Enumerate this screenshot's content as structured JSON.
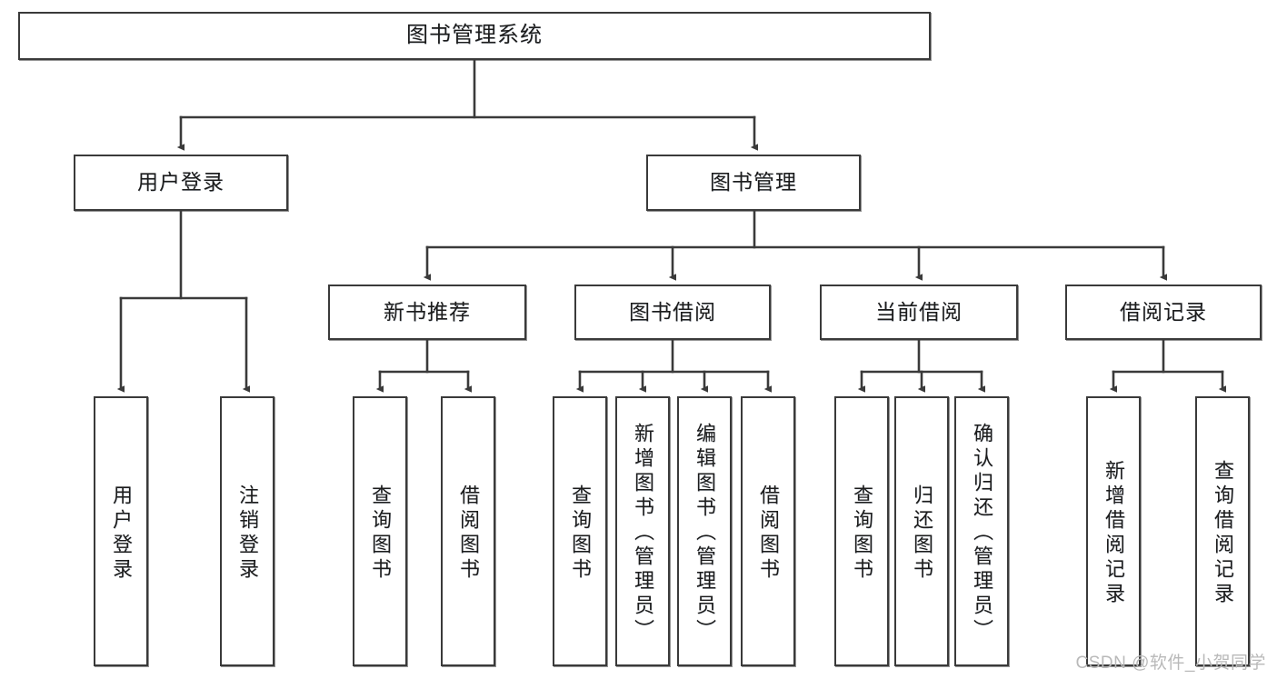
{
  "diagram": {
    "title": "图书管理系统",
    "type": "tree-hierarchy",
    "watermark": "CSDN @软件_小贺同学",
    "colors": {
      "box_border": "#3a3a3a",
      "box_fill": "#ffffff",
      "connector": "#3a3a3a",
      "text": "#1c1c1c",
      "watermark": "#b9b9b9"
    },
    "root": {
      "id": "root",
      "label": "图书管理系统"
    },
    "level2": [
      {
        "id": "user-login",
        "label": "用户登录"
      },
      {
        "id": "book-manage",
        "label": "图书管理"
      }
    ],
    "level3": [
      {
        "id": "new-book-rec",
        "label": "新书推荐"
      },
      {
        "id": "book-borrow",
        "label": "图书借阅"
      },
      {
        "id": "current-borrow",
        "label": "当前借阅"
      },
      {
        "id": "borrow-record",
        "label": "借阅记录"
      }
    ],
    "leaves": {
      "user_login": [
        {
          "id": "leaf-user-login",
          "label": "用户登录"
        },
        {
          "id": "leaf-logout-login",
          "label": "注销登录"
        }
      ],
      "new_book_rec": [
        {
          "id": "leaf-query-book-1",
          "label": "查询图书"
        },
        {
          "id": "leaf-borrow-book-1",
          "label": "借阅图书"
        }
      ],
      "book_borrow": [
        {
          "id": "leaf-query-book-2",
          "label": "查询图书"
        },
        {
          "id": "leaf-add-book",
          "label": "新增图书（管理员）"
        },
        {
          "id": "leaf-edit-book",
          "label": "编辑图书（管理员）"
        },
        {
          "id": "leaf-borrow-book-2",
          "label": "借阅图书"
        }
      ],
      "current_borrow": [
        {
          "id": "leaf-query-book-3",
          "label": "查询图书"
        },
        {
          "id": "leaf-return-book",
          "label": "归还图书"
        },
        {
          "id": "leaf-confirm-return",
          "label": "确认归还（管理员）"
        }
      ],
      "borrow_record": [
        {
          "id": "leaf-add-record",
          "label": "新增借阅记录"
        },
        {
          "id": "leaf-query-record",
          "label": "查询借阅记录"
        }
      ]
    }
  }
}
